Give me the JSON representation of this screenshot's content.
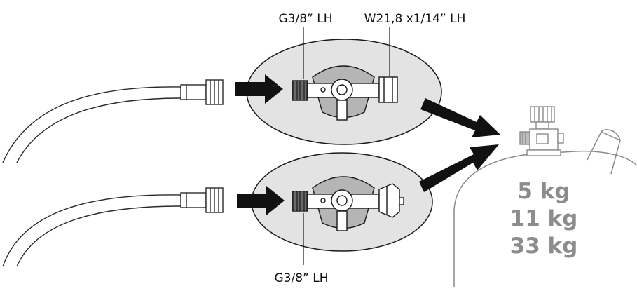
{
  "labels": {
    "top_left_thread": "G3/8” LH",
    "top_right_thread": "W21,8 x1/14” LH",
    "bottom_thread": "G3/8” LH"
  },
  "cylinder_weights": [
    "5 kg",
    "11 kg",
    "33 kg"
  ],
  "colors": {
    "ellipse_fill": "#e3e3e3",
    "outline": "#1a1a1a",
    "arrow": "#111111",
    "weight_text": "#8c8c8c"
  },
  "icons": [
    "hose-icon",
    "arrow-icon",
    "regulator-valve-icon",
    "gas-cylinder-icon",
    "cylinder-valve-icon"
  ]
}
